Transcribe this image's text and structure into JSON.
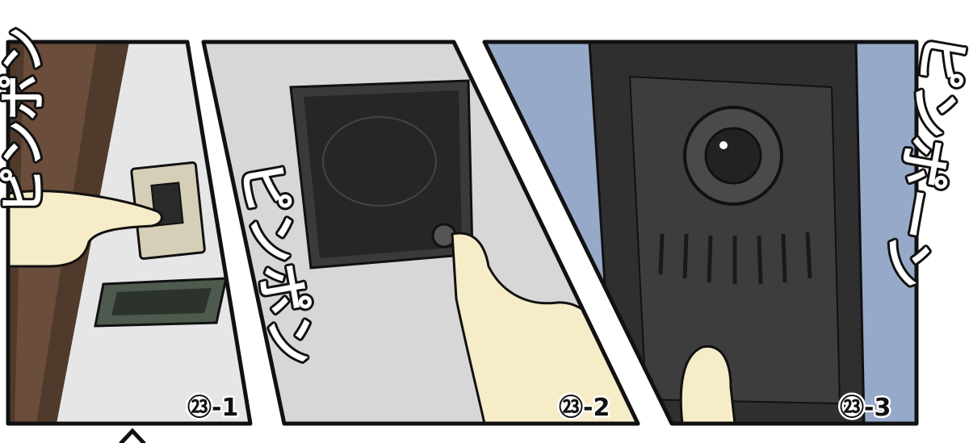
{
  "panels": [
    {
      "sfx": "ピンポン",
      "label": "㉓-1"
    },
    {
      "sfx": "ピンポン",
      "label": "㉓-2"
    },
    {
      "sfx": "ピンポーン",
      "label": "㉓-3"
    }
  ],
  "colors": {
    "border": "#111111",
    "wall_gray": "#e4e4e4",
    "sky_blue": "#97a9c9",
    "door_frame": "#5a3e2e",
    "intercom_dark": "#2b2b2b",
    "skin": "#f7ecc8",
    "mail_slot": "#4d5a4d"
  }
}
